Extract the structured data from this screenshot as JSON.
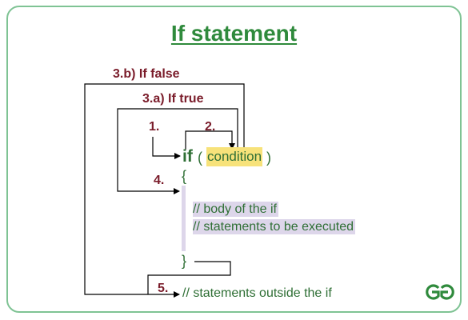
{
  "title": "If statement",
  "labels": {
    "if_false": "3.b) If false",
    "if_true": "3.a) If true",
    "step1": "1.",
    "step2": "2.",
    "step4": "4.",
    "step5": "5."
  },
  "code": {
    "keyword": "if",
    "open_paren": "(",
    "condition": "condition",
    "close_paren": ")",
    "open_brace": "{",
    "body_comment_1": "// body of the if",
    "body_comment_2": "// statements to be executed",
    "close_brace": "}",
    "outside_comment": "// statements outside the if"
  },
  "logo": "geeksforgeeks-logo-icon",
  "colors": {
    "title": "#2f8a3c",
    "border": "#7fc394",
    "step_label": "#7a1c2a",
    "code": "#2f6f35",
    "condition_highlight": "#f7e27a",
    "body_highlight": "#ddd6ea"
  }
}
